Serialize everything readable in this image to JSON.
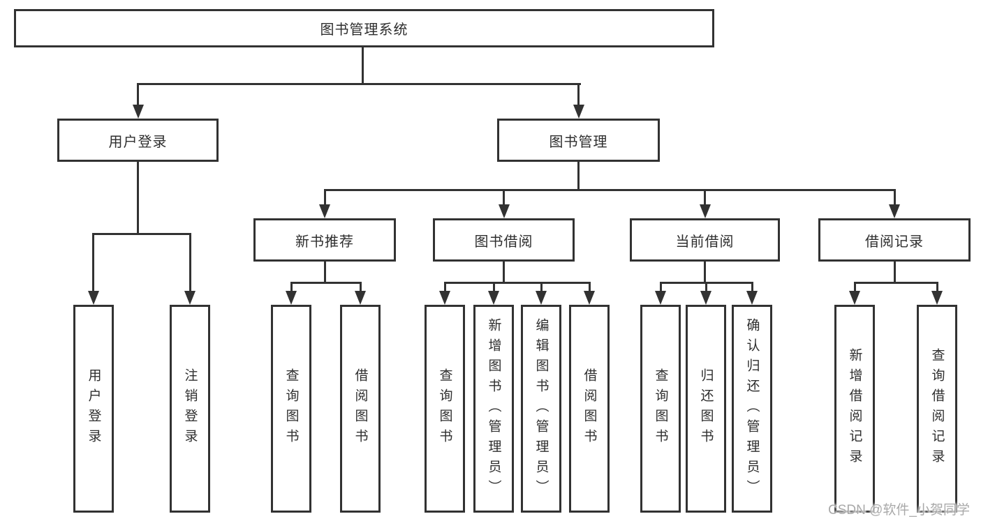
{
  "diagram": {
    "root": {
      "label": "图书管理系统"
    },
    "level2": {
      "user_login": {
        "label": "用户登录"
      },
      "book_mgmt": {
        "label": "图书管理"
      }
    },
    "level3": {
      "new_book_rec": {
        "label": "新书推荐"
      },
      "book_borrow": {
        "label": "图书借阅"
      },
      "current_borrow": {
        "label": "当前借阅"
      },
      "borrow_record": {
        "label": "借阅记录"
      }
    },
    "leaves": {
      "login": {
        "label": "用户登录"
      },
      "logout": {
        "label": "注销登录"
      },
      "rec_query_book": {
        "label": "查询图书"
      },
      "rec_borrow_book": {
        "label": "借阅图书"
      },
      "bb_query_book": {
        "label": "查询图书"
      },
      "bb_add_book": {
        "label": "新增图书（管理员）"
      },
      "bb_edit_book": {
        "label": "编辑图书（管理员）"
      },
      "bb_borrow_book": {
        "label": "借阅图书"
      },
      "cb_query_book": {
        "label": "查询图书"
      },
      "cb_return_book": {
        "label": "归还图书"
      },
      "cb_confirm_return": {
        "label": "确认归还（管理员）"
      },
      "br_add_record": {
        "label": "新增借阅记录"
      },
      "br_query_record": {
        "label": "查询借阅记录"
      }
    },
    "watermark": "CSDN @软件_小贺同学",
    "colors": {
      "line": "#323232",
      "text": "#2e2e2e",
      "watermark": "#a9a9a9",
      "background": "#ffffff"
    }
  }
}
